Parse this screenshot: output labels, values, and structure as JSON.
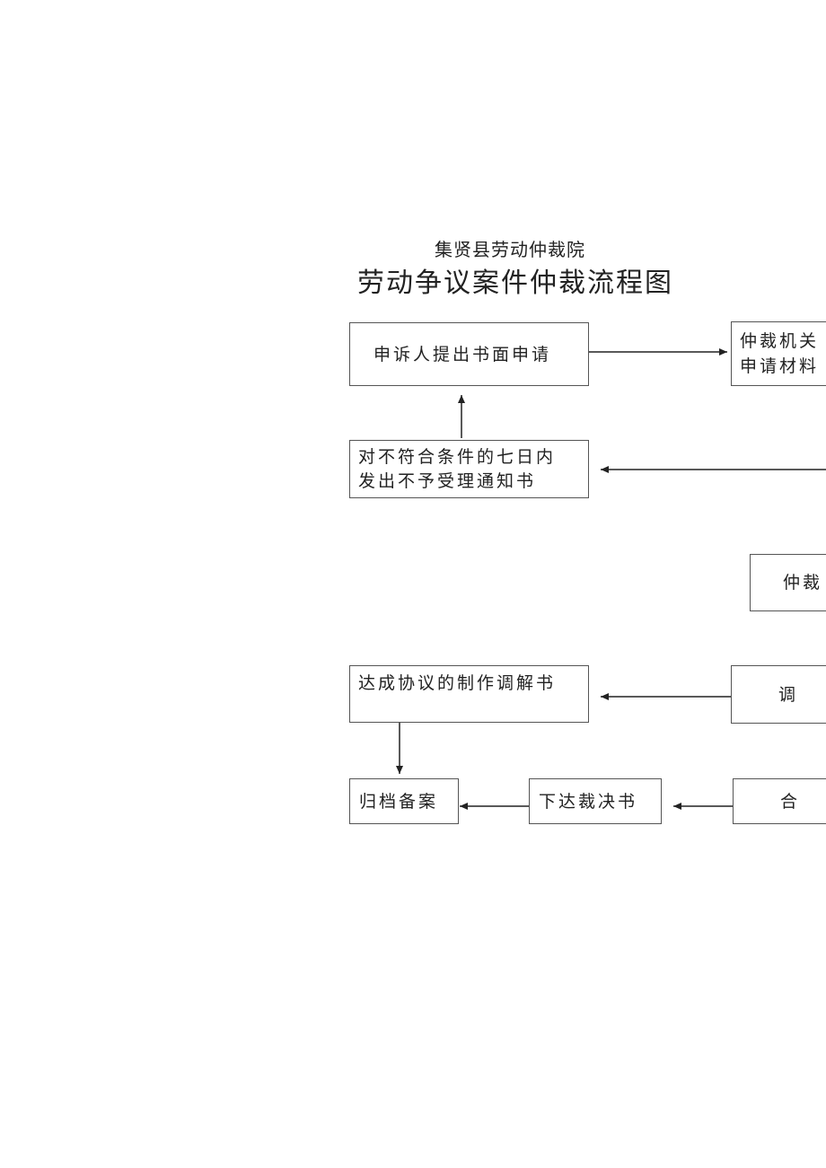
{
  "header": {
    "subtitle": "集贤县劳动仲裁院",
    "title": "劳动争议案件仲裁流程图"
  },
  "nodes": {
    "apply": "申诉人提出书面申请",
    "review_line1": "仲裁机关",
    "review_line2": "申请材料",
    "reject_line1": "对不符合条件的七日内",
    "reject_line2": "发出不予受理通知书",
    "arbitration": "仲裁",
    "agreement": "达成协议的制作调解书",
    "mediation": "调",
    "archive": "归档备案",
    "award": "下达裁决书",
    "tribunal": "合"
  },
  "colors": {
    "line": "#222222",
    "border": "#555555"
  }
}
